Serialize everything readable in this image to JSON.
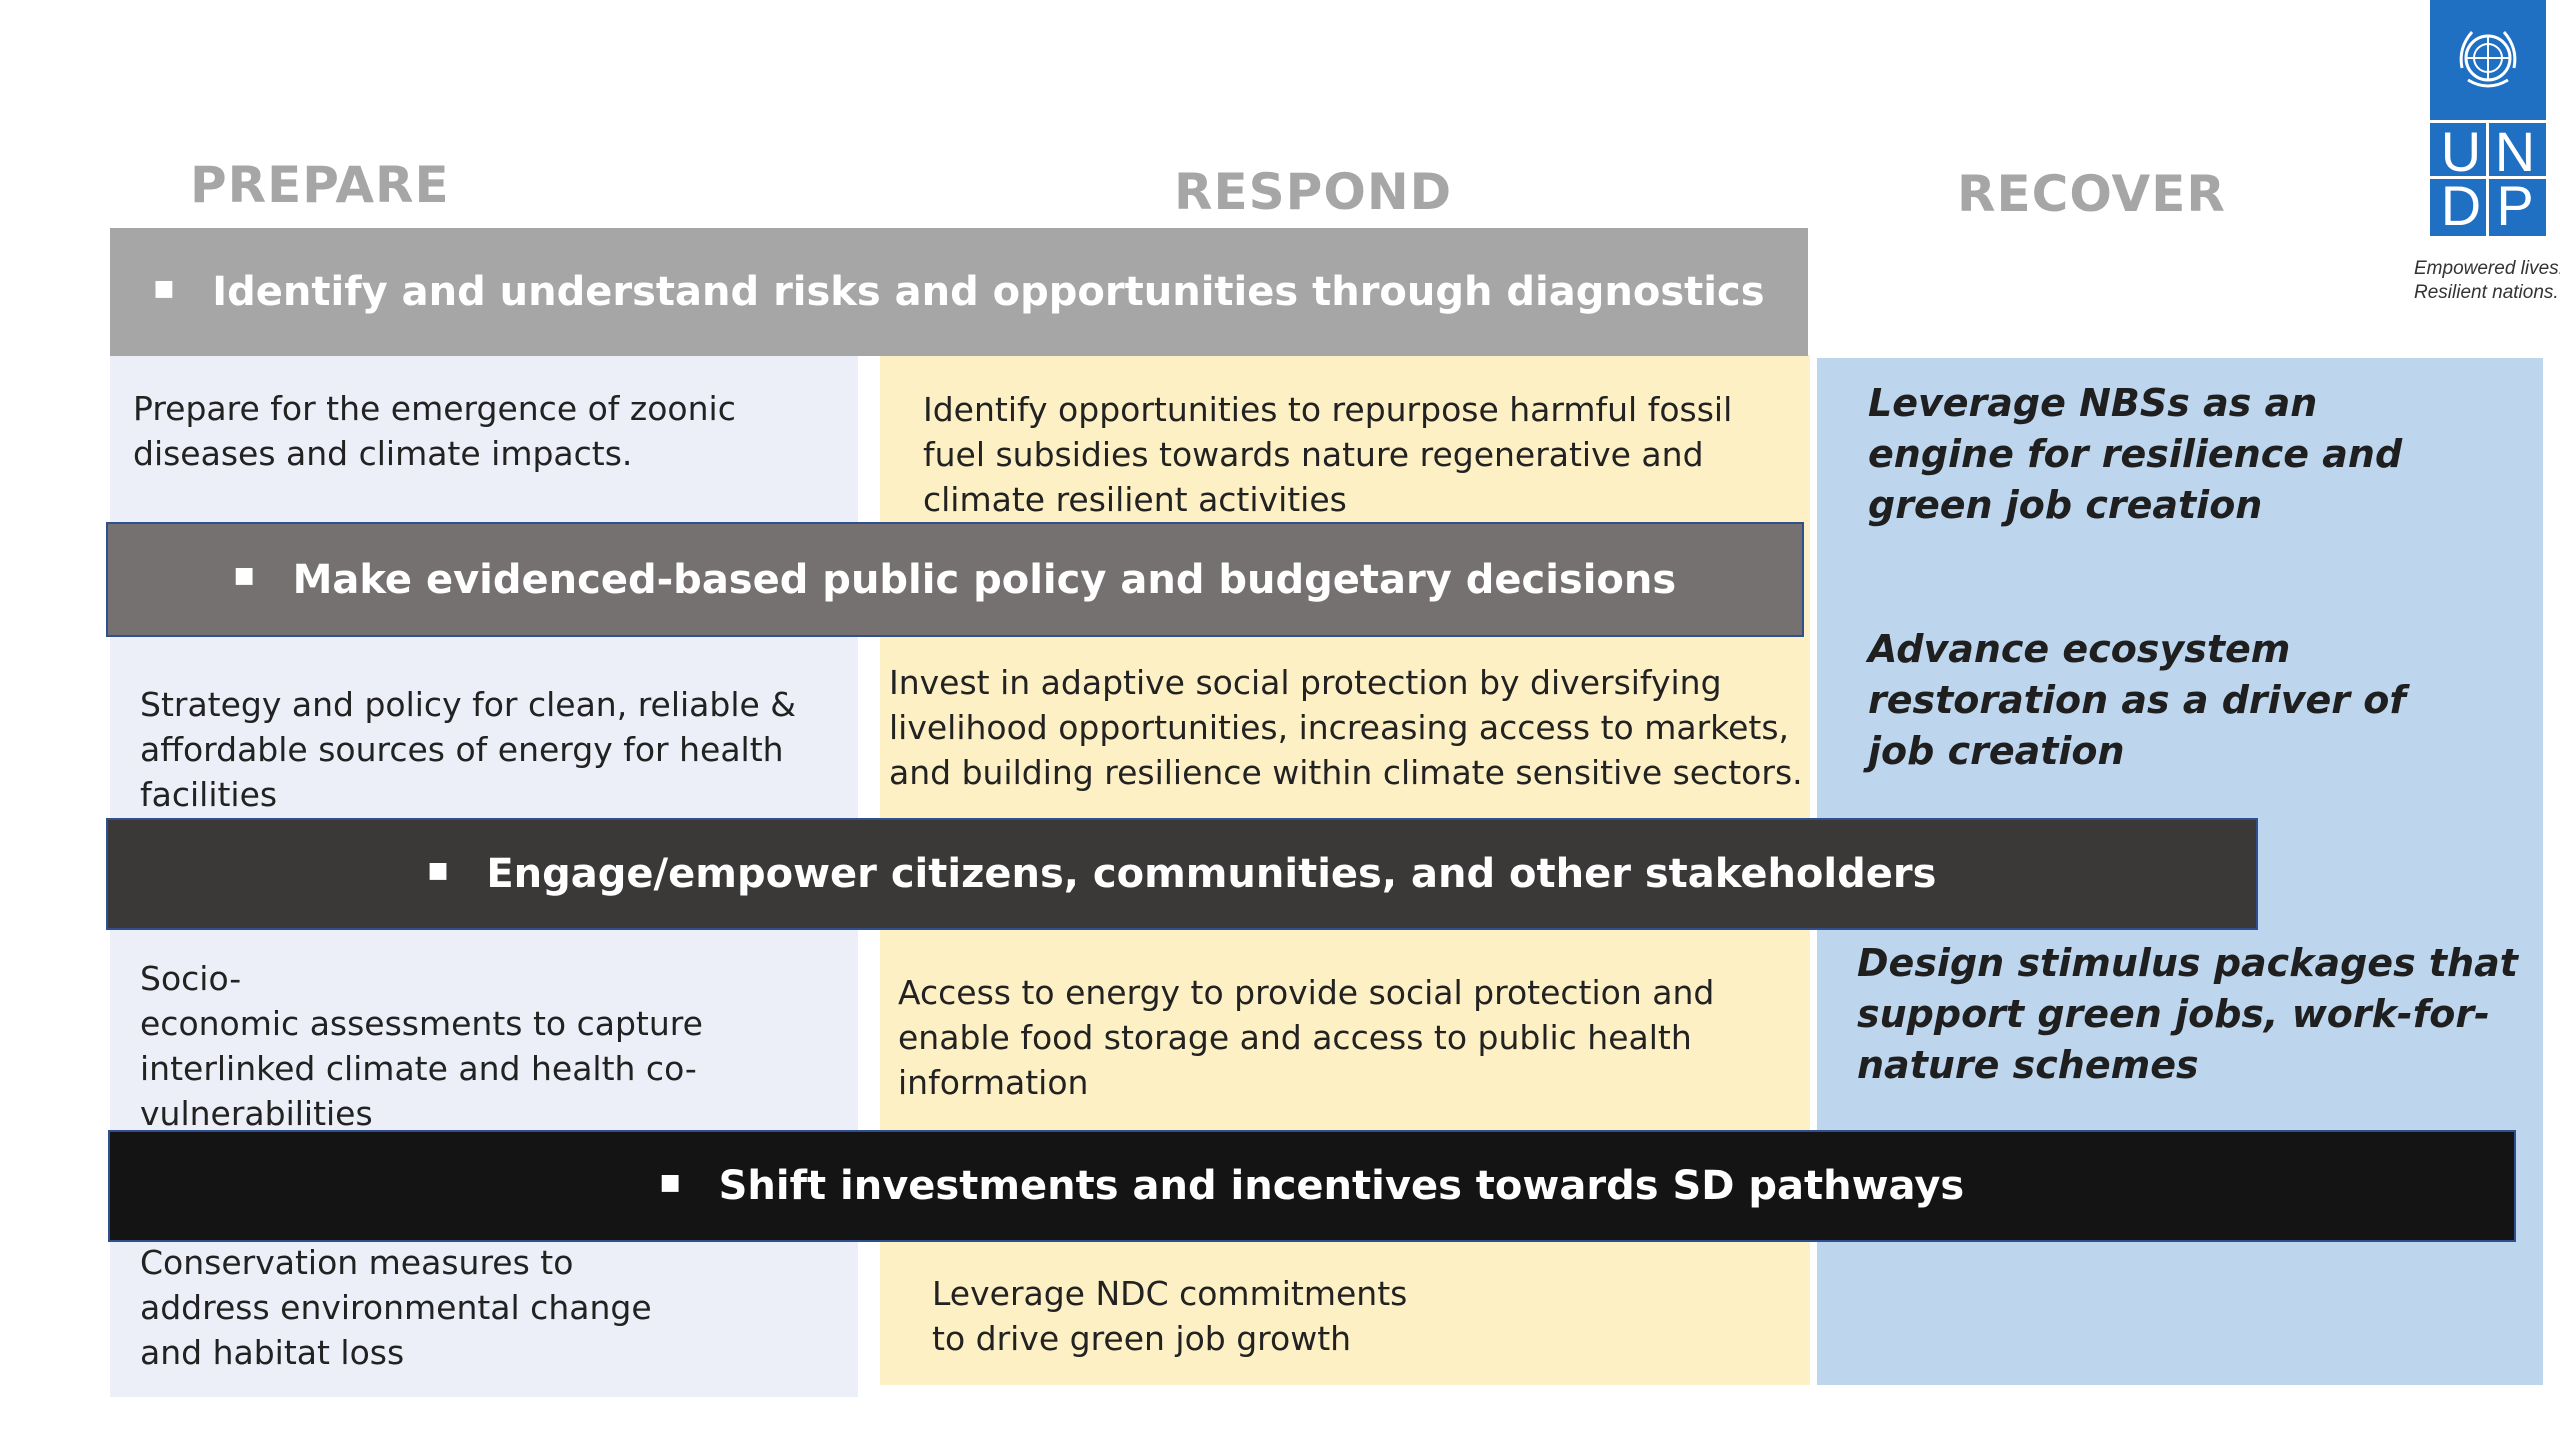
{
  "phases": {
    "prepare": "PREPARE",
    "respond": "RESPOND",
    "recover": "RECOVER"
  },
  "bands": [
    {
      "label": "Identify and understand risks and opportunities through diagnostics",
      "color": "#a6a6a6"
    },
    {
      "label": "Make evidenced-based public policy and budgetary decisions",
      "color": "#757171"
    },
    {
      "label": "Engage/empower citizens, communities, and other stakeholders",
      "color": "#3b3838"
    },
    {
      "label": "Shift investments and incentives towards SD pathways",
      "color": "#141414"
    }
  ],
  "prepare_cells": [
    "Prepare for the  emergence of zoonic diseases and climate impacts.",
    "Strategy and policy for clean, reliable & affordable sources of energy for health facilities",
    "Socio-\neconomic assessments to capture interlinked climate and health co-vulnerabilities",
    "Conservation measures to address environmental change and habitat loss"
  ],
  "respond_cells": [
    "Identify opportunities to repurpose harmful fossil fuel subsidies towards nature regenerative and climate resilient activities",
    "Invest in adaptive social protection by diversifying livelihood opportunities, increasing access to markets, and building resilience within climate sensitive sectors.",
    "Access to energy to provide social protection and enable food storage and access to public health information",
    "Leverage NDC commitments to drive green job growth"
  ],
  "recover_cells": [
    "Leverage NBSs as an engine for resilience and green job creation",
    "Advance ecosystem restoration as a driver of job creation",
    "Design stimulus packages that support green jobs, work-for-nature schemes"
  ],
  "logo": {
    "letters": [
      "U",
      "N",
      "D",
      "P"
    ],
    "tagline_1": "Empowered lives.",
    "tagline_2": "Resilient nations.",
    "color": "#1f6fc3"
  }
}
